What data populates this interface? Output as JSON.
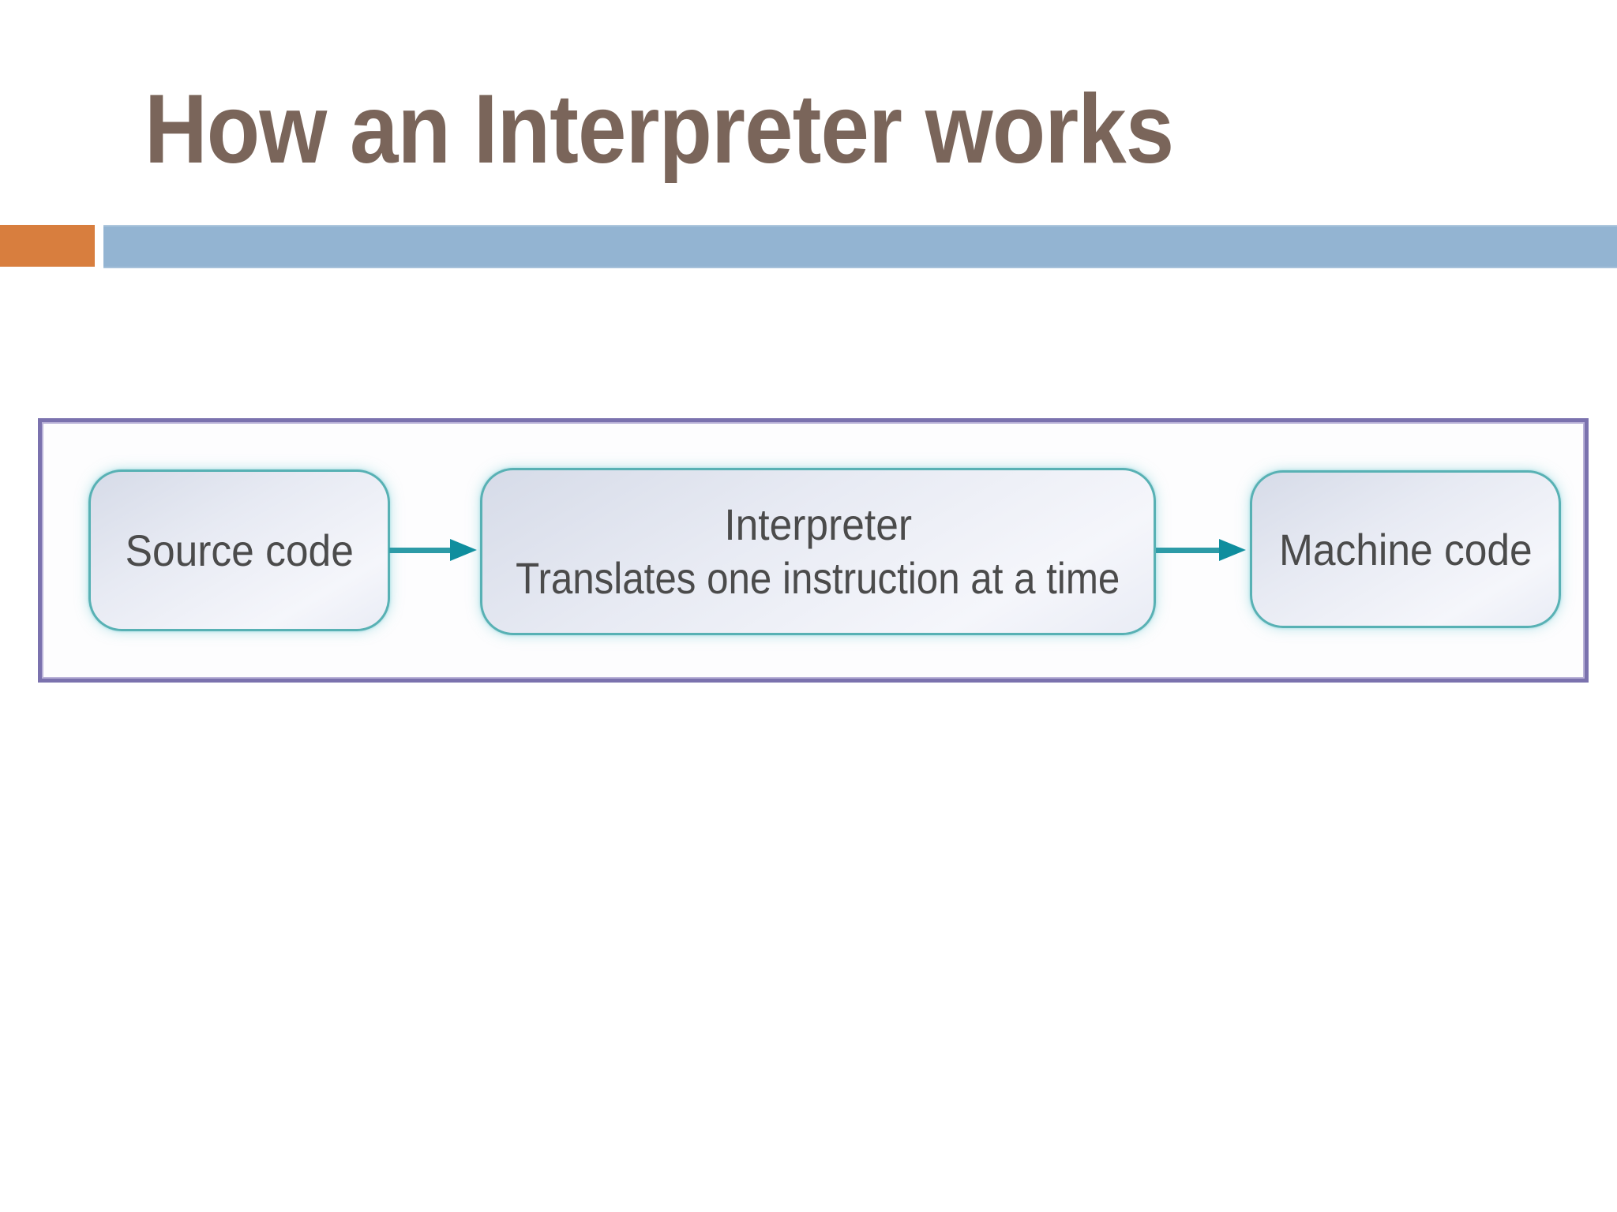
{
  "slide": {
    "title": "How an Interpreter works"
  },
  "theme_colors": {
    "title_text": "#7a655a",
    "accent_orange_block": "#d87e3e",
    "accent_blue_bar": "#93b4d2",
    "frame_border_purple": "#7b72ae",
    "node_border_teal": "#58b1b4",
    "node_fill_light": "#e9ecf5",
    "arrow_teal": "#0f8e9e",
    "node_text_gray": "#4b4b4b"
  },
  "diagram": {
    "nodes": [
      {
        "label": "Source code"
      },
      {
        "label": "Interpreter",
        "sublabel": "Translates one instruction at a time"
      },
      {
        "label": "Machine code"
      }
    ],
    "arrows": [
      {
        "name": "source-to-interpreter",
        "direction": "right"
      },
      {
        "name": "interpreter-to-machine",
        "direction": "right"
      }
    ]
  }
}
